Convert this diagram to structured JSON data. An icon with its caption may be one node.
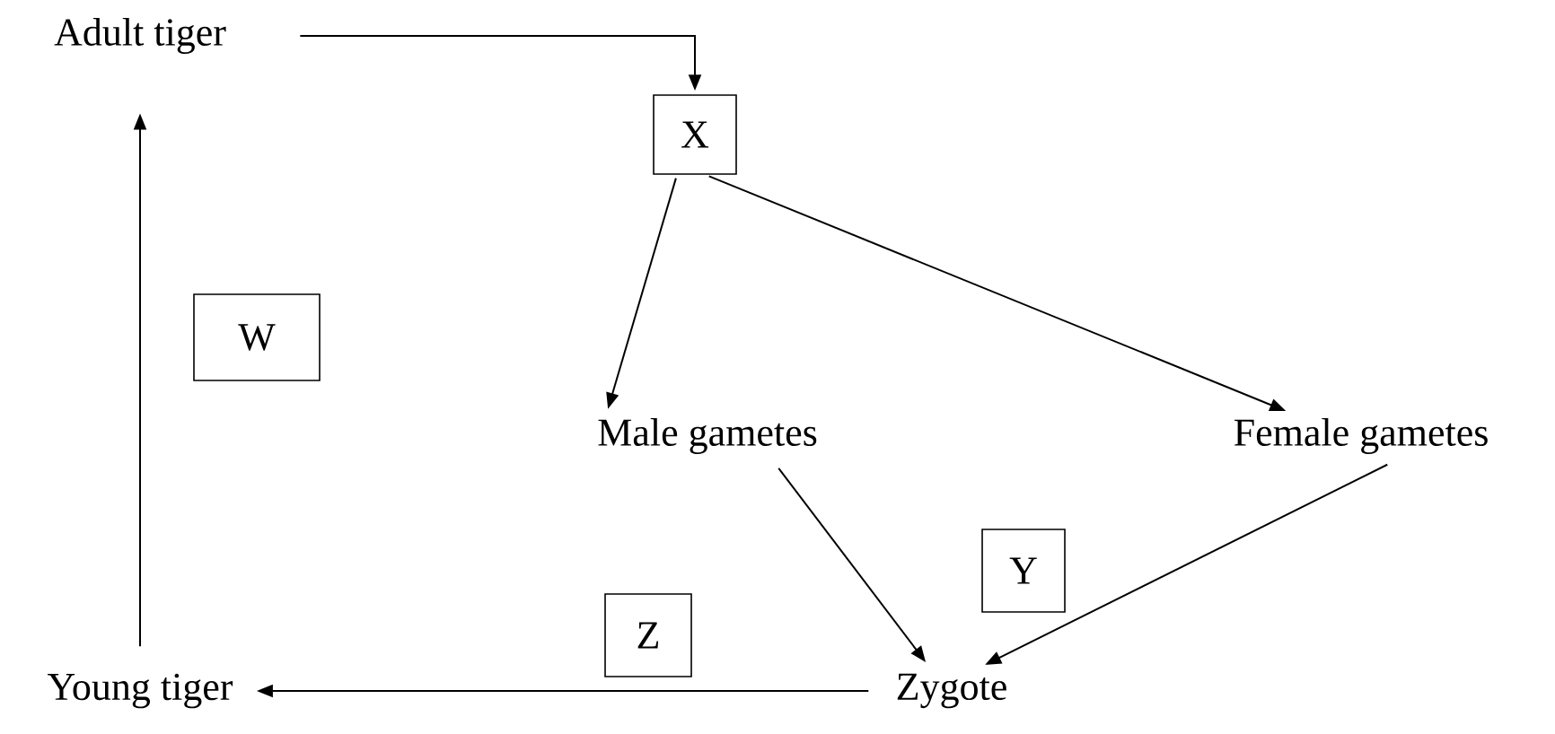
{
  "diagram": {
    "nodes": [
      {
        "text": [
          "Adult tiger"
        ]
      },
      {
        "text": [
          "X"
        ]
      },
      {
        "text": [
          "Male gametes"
        ]
      },
      {
        "text": [
          "Female gametes"
        ]
      },
      {
        "text": [
          "Zygote"
        ]
      },
      {
        "text": [
          "Young tiger"
        ]
      },
      {
        "text": [
          "W"
        ]
      },
      {
        "text": [
          "Y"
        ]
      },
      {
        "text": [
          "Z"
        ]
      }
    ],
    "edges": [
      {
        "from": 0,
        "to": 1,
        "arrow": "to"
      },
      {
        "from": 1,
        "to": 2,
        "arrow": "to"
      },
      {
        "from": 1,
        "to": 3,
        "arrow": "to"
      },
      {
        "from": 2,
        "to": 4,
        "arrow": "to"
      },
      {
        "from": 3,
        "to": 4,
        "arrow": "to"
      },
      {
        "from": 4,
        "to": 5,
        "arrow": "to"
      },
      {
        "from": 5,
        "to": 0,
        "arrow": "to"
      }
    ]
  }
}
